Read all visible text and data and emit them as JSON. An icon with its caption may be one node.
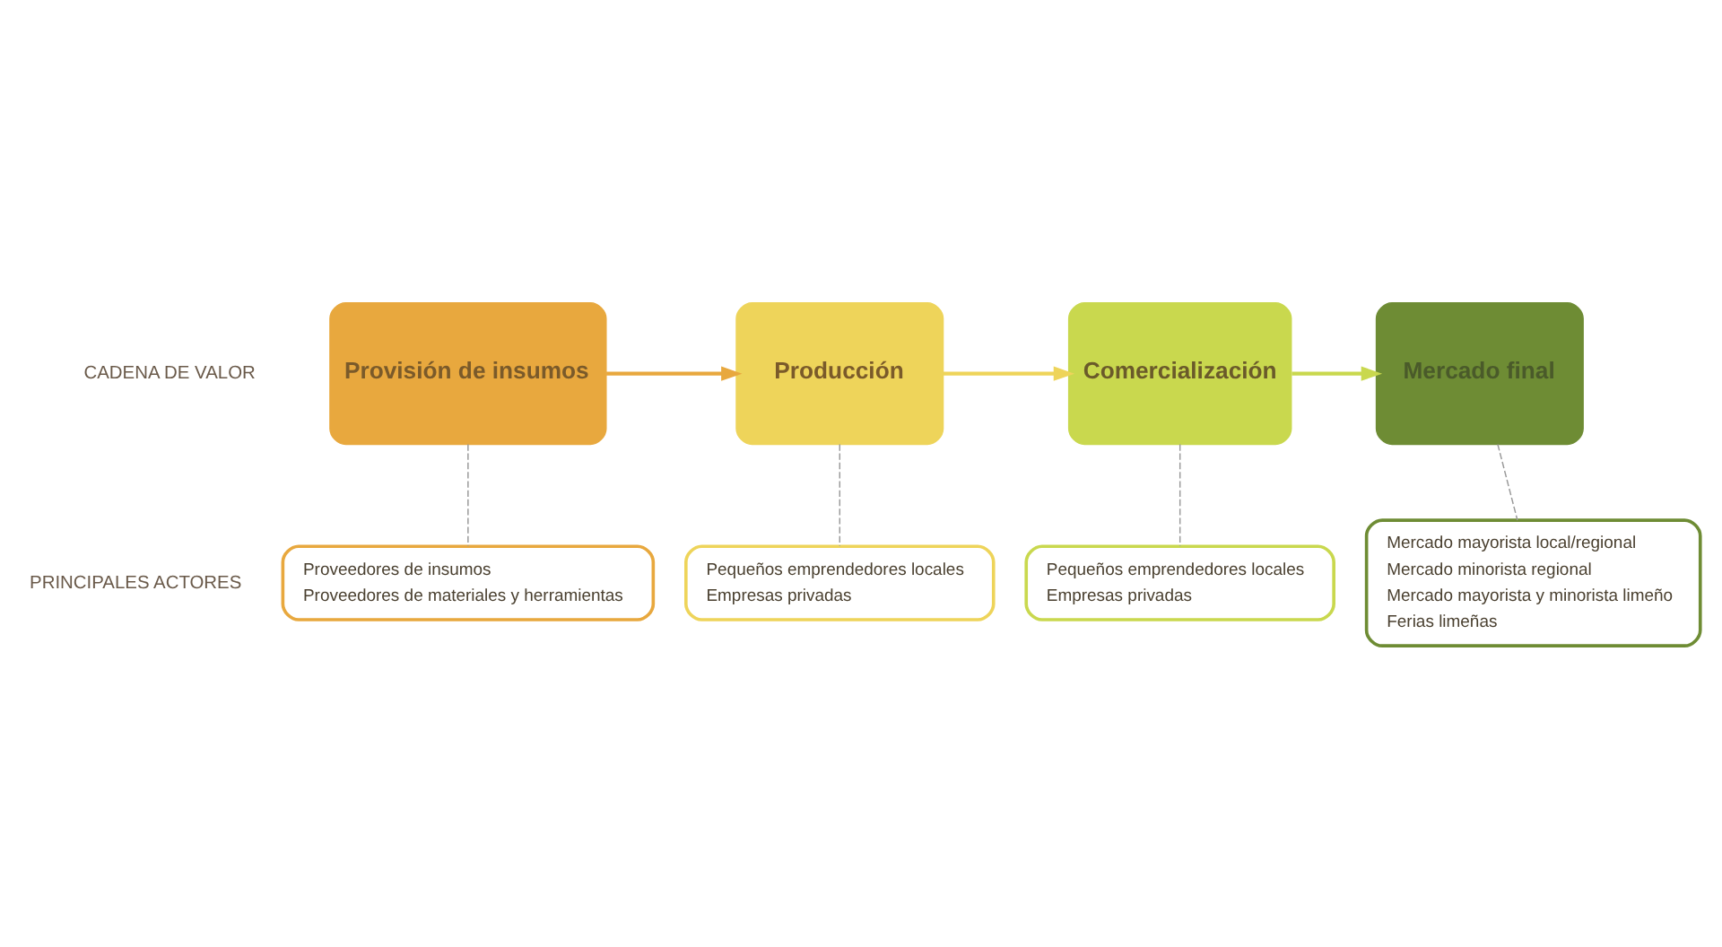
{
  "diagram": {
    "nodes": [
      {
        "text": [
          "Provisión de insumos"
        ]
      },
      {
        "text": [
          "Producción"
        ]
      },
      {
        "text": [
          "Comercialización"
        ]
      },
      {
        "text": [
          "Mercado final"
        ]
      },
      {
        "text": [
          "Proveedores de insumos",
          "Proveedores de materiales y herramientas"
        ]
      },
      {
        "text": [
          "Pequeños emprendedores locales",
          "Empresas privadas"
        ]
      },
      {
        "text": [
          "Pequeños emprendedores locales",
          "Empresas privadas"
        ]
      },
      {
        "text": [
          "Mercado mayorista local/regional",
          "Mercado minorista regional",
          "Mercado mayorista y minorista limeño",
          "Ferias limeñas"
        ]
      }
    ],
    "edges": [
      {
        "from": 0,
        "to": 1,
        "arrow": "to",
        "color": "#e8a83e"
      },
      {
        "from": 1,
        "to": 2,
        "arrow": "to",
        "color": "#eed45a"
      },
      {
        "from": 2,
        "to": 3,
        "arrow": "to",
        "color": "#c9d84e"
      },
      {
        "from": 0,
        "to": 4,
        "arrow": "none",
        "style": "dashed"
      },
      {
        "from": 1,
        "to": 5,
        "arrow": "none",
        "style": "dashed"
      },
      {
        "from": 2,
        "to": 6,
        "arrow": "none",
        "style": "dashed"
      },
      {
        "from": 3,
        "to": 7,
        "arrow": "none",
        "style": "dashed"
      }
    ],
    "labels": [
      "CADENA DE VALOR",
      "PRINCIPALES ACTORES"
    ]
  }
}
